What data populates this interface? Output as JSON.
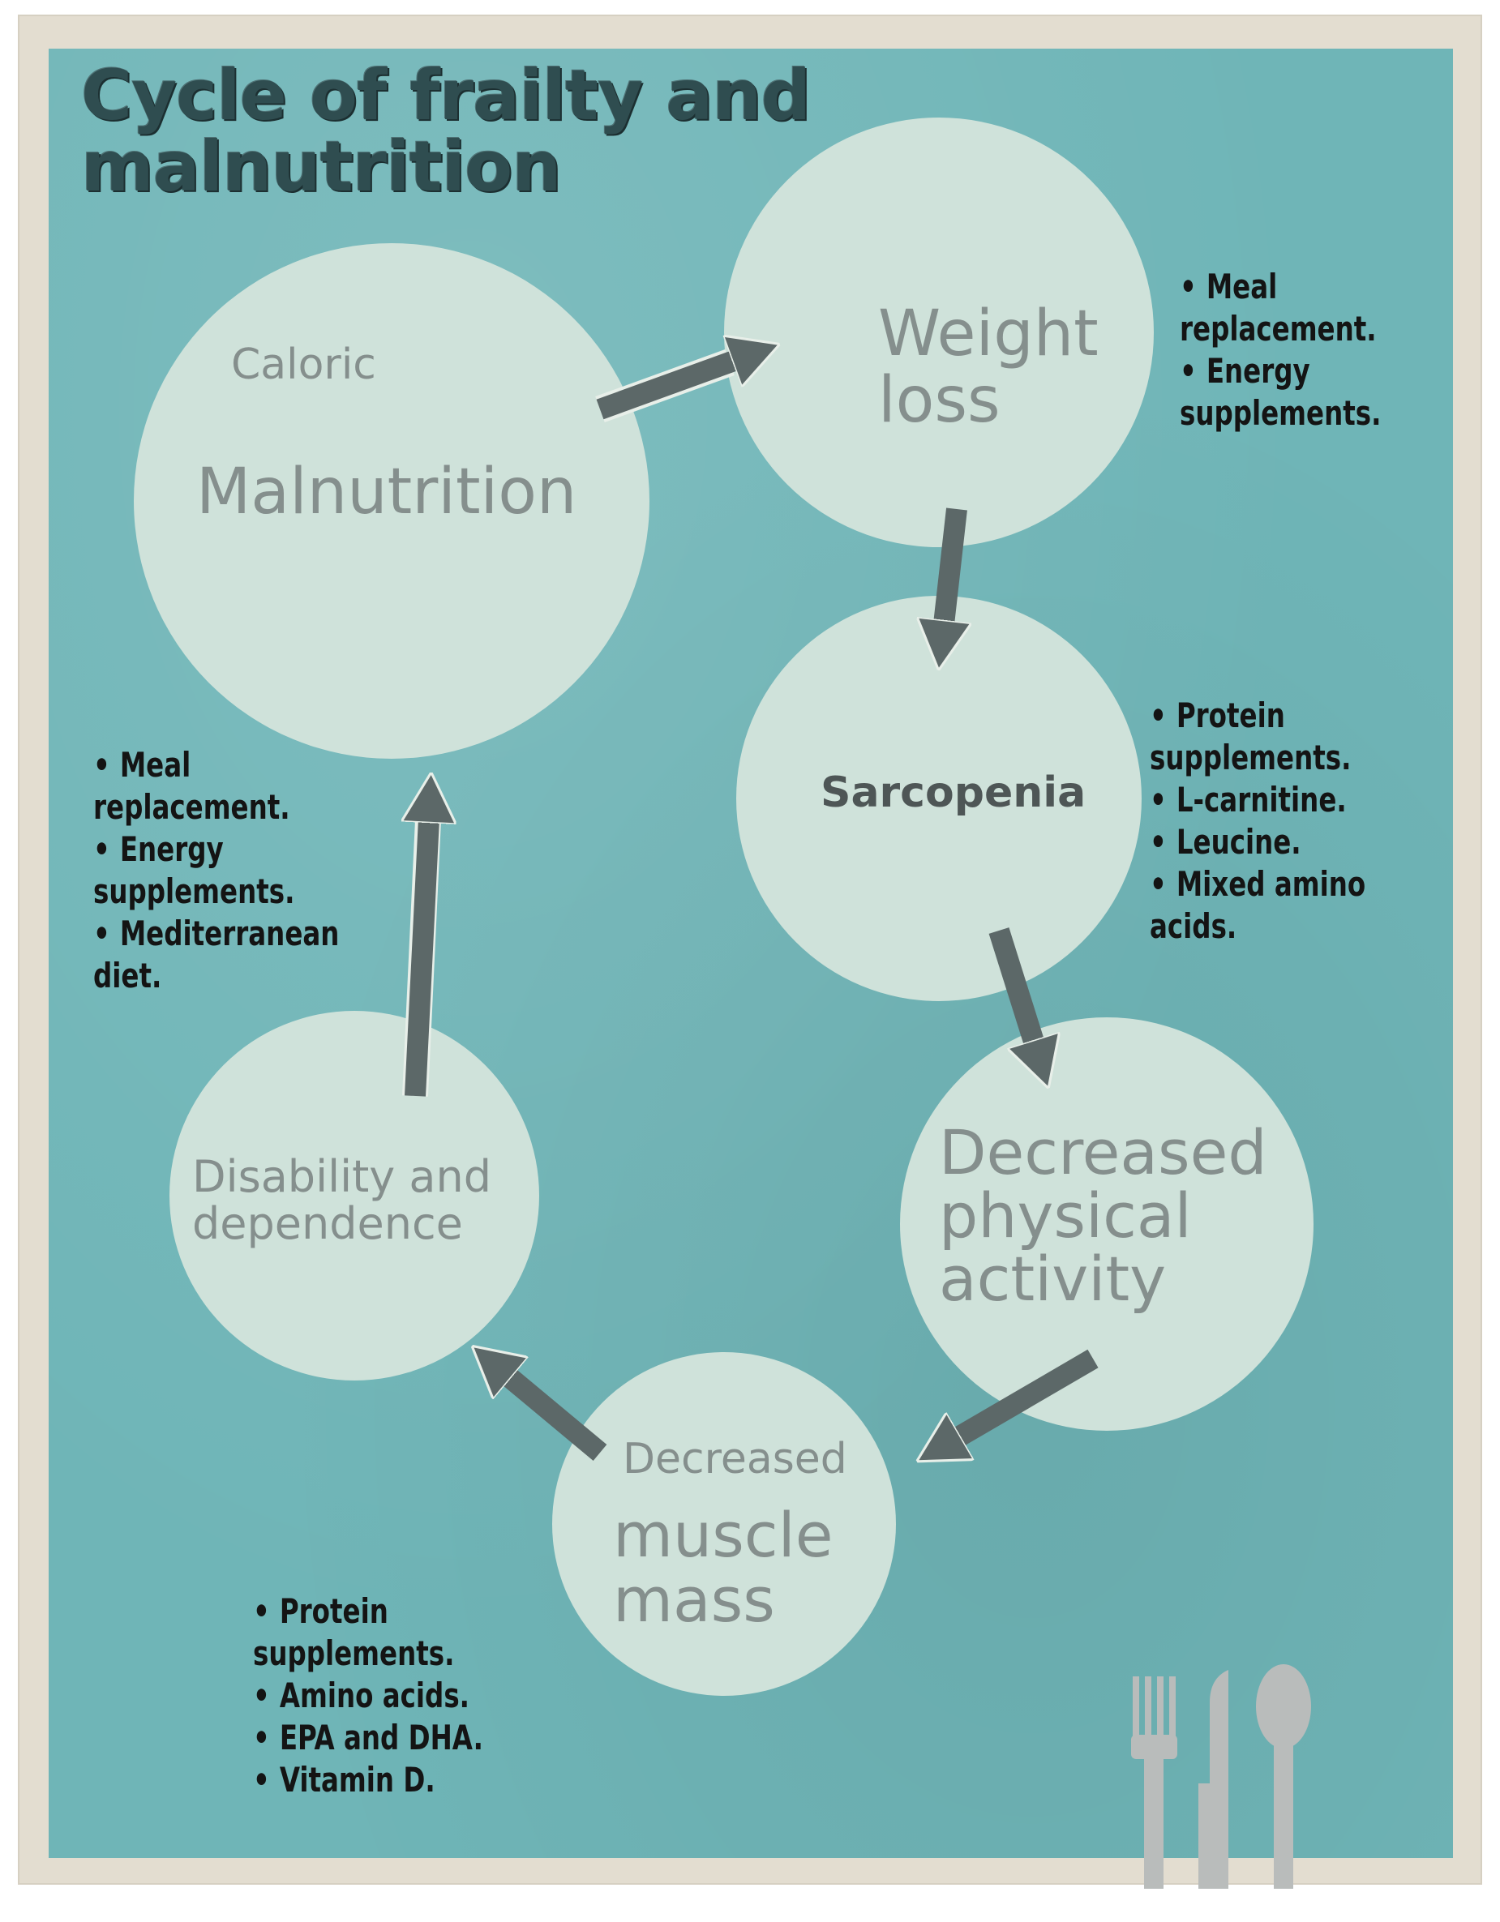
{
  "title": "Cycle of frailty and malnutrition",
  "nodes": {
    "malnutrition": {
      "top": "Caloric",
      "label": "Malnutrition"
    },
    "weight_loss": {
      "label_line1": "Weight",
      "label_line2": "loss"
    },
    "sarcopenia": {
      "label": "Sarcopenia"
    },
    "decreased_activity": {
      "line1": "Decreased",
      "line2": "physical",
      "line3": "activity"
    },
    "decreased_muscle": {
      "top": "Decreased",
      "line1": "muscle",
      "line2": "mass"
    },
    "disability": {
      "line1": "Disability and",
      "line2": "dependence"
    }
  },
  "interventions": {
    "weight_loss": [
      "Meal replacement.",
      "Energy supplements."
    ],
    "sarcopenia": [
      "Protein supplements.",
      "L-carnitine.",
      "Leucine.",
      "Mixed amino acids."
    ],
    "malnutrition": [
      "Meal replacement.",
      "Energy supplements.",
      "Mediterranean diet."
    ],
    "muscle_mass": [
      "Protein supplements.",
      "Amino acids.",
      "EPA and DHA.",
      "Vitamin D."
    ]
  },
  "icons": [
    "fork-icon",
    "knife-icon",
    "spoon-icon"
  ],
  "colors": {
    "background": "#6fb5b7",
    "circle": "#cfe2da",
    "arrow": "#5c6868",
    "border": "#e3ddd0",
    "title": "#2f4d50",
    "node_text": "#858f8d",
    "cutlery": "#b9bcbb"
  }
}
